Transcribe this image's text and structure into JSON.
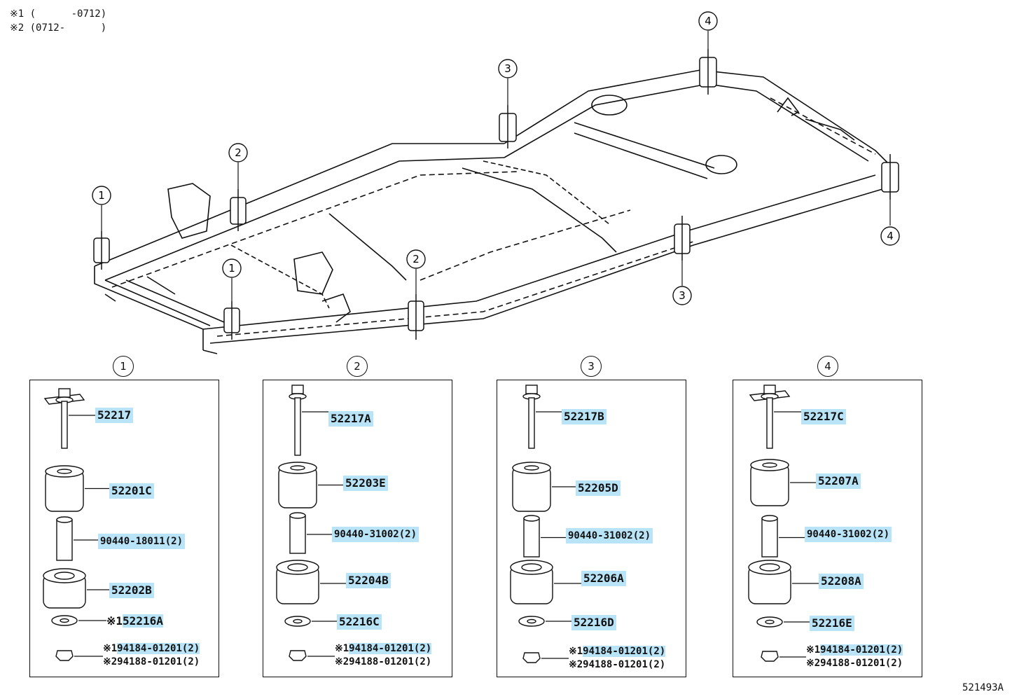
{
  "notes": [
    "※1 (      -0712)",
    "※2 (0712-      )"
  ],
  "callouts": [
    "1",
    "2",
    "3",
    "4"
  ],
  "panels": [
    {
      "num": "1",
      "parts": [
        "52217",
        "52201C",
        "90440-18011(2)",
        "52202B"
      ],
      "washer": {
        "mark": "※1",
        "code": "52216A"
      },
      "nut1": {
        "mark": "※1",
        "code": "94184-01201(2)"
      },
      "nut2": {
        "mark": "※2",
        "code": "94188-01201(2)"
      }
    },
    {
      "num": "2",
      "parts": [
        "52217A",
        "52203E",
        "90440-31002(2)",
        "52204B"
      ],
      "washer": {
        "mark": "",
        "code": "52216C"
      },
      "nut1": {
        "mark": "※1",
        "code": "94184-01201(2)"
      },
      "nut2": {
        "mark": "※2",
        "code": "94188-01201(2)"
      }
    },
    {
      "num": "3",
      "parts": [
        "52217B",
        "52205D",
        "90440-31002(2)",
        "52206A"
      ],
      "washer": {
        "mark": "",
        "code": "52216D"
      },
      "nut1": {
        "mark": "※1",
        "code": "94184-01201(2)"
      },
      "nut2": {
        "mark": "※2",
        "code": "94188-01201(2)"
      }
    },
    {
      "num": "4",
      "parts": [
        "52217C",
        "52207A",
        "90440-31002(2)",
        "52208A"
      ],
      "washer": {
        "mark": "",
        "code": "52216E"
      },
      "nut1": {
        "mark": "※1",
        "code": "94184-01201(2)"
      },
      "nut2": {
        "mark": "※2",
        "code": "94188-01201(2)"
      }
    }
  ],
  "figure_id": "521493A",
  "colors": {
    "highlight": "#b9e3f7",
    "line": "#111111"
  }
}
